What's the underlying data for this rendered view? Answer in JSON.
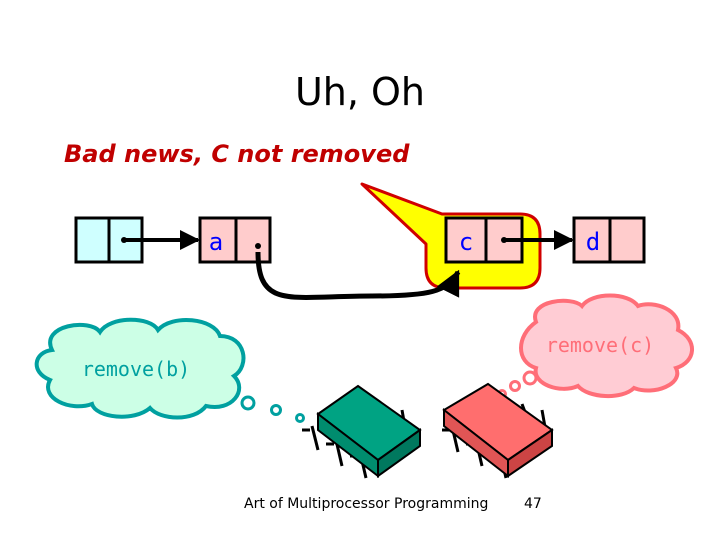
{
  "slide": {
    "title": "Uh, Oh",
    "subtitle": "Bad news, C not removed",
    "footer_text": "Art of Multiprocessor Programming",
    "page_number": "47"
  },
  "nodes": [
    {
      "id": "head",
      "label": "",
      "fill": "#cfffff"
    },
    {
      "id": "a",
      "label": "a",
      "fill": "#ffcccc"
    },
    {
      "id": "c",
      "label": "c",
      "fill": "#ffcccc"
    },
    {
      "id": "d",
      "label": "d",
      "fill": "#ffcccc"
    }
  ],
  "thoughts": {
    "left": {
      "text": "remove(b)",
      "color": "#00a0a0",
      "fill": "#ccffe6"
    },
    "right": {
      "text": "remove(c)",
      "color": "#ff6e78",
      "fill": "#ffccd4"
    }
  },
  "colors": {
    "text_accent": "#0000ff",
    "highlight_fill": "#ffff00",
    "highlight_border": "#d00000",
    "subtitle": "#c00000",
    "thread_left": "#00a383",
    "thread_right": "#ff6e6e"
  }
}
